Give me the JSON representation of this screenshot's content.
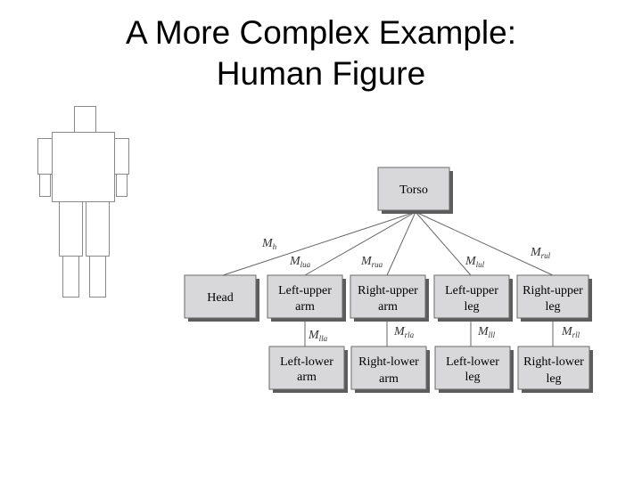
{
  "slide": {
    "title_line1": "A More Complex Example:",
    "title_line2": "Human Figure"
  },
  "figure": {
    "parts": [
      "head",
      "torso",
      "left-upper-arm",
      "left-lower-arm",
      "right-upper-arm",
      "right-lower-arm",
      "left-upper-leg",
      "left-lower-leg",
      "right-upper-leg",
      "right-lower-leg"
    ]
  },
  "tree": {
    "root": "Torso",
    "level1": [
      {
        "line1": "Head",
        "line2": ""
      },
      {
        "line1": "Left-upper",
        "line2": "arm"
      },
      {
        "line1": "Right-upper",
        "line2": "arm"
      },
      {
        "line1": "Left-upper",
        "line2": "leg"
      },
      {
        "line1": "Right-upper",
        "line2": "leg"
      }
    ],
    "level2": [
      {
        "line1": "Left-lower",
        "line2": "arm"
      },
      {
        "line1": "Right-lower",
        "line2": "arm"
      },
      {
        "line1": "Left-lower",
        "line2": "leg"
      },
      {
        "line1": "Right-lower",
        "line2": "leg"
      }
    ],
    "edge_labels_level1": [
      {
        "base": "M",
        "sub": "h"
      },
      {
        "base": "M",
        "sub": "lua"
      },
      {
        "base": "M",
        "sub": "rua"
      },
      {
        "base": "M",
        "sub": "lul"
      },
      {
        "base": "M",
        "sub": "rul"
      }
    ],
    "edge_labels_level2": [
      {
        "base": "M",
        "sub": "lla"
      },
      {
        "base": "M",
        "sub": "rla"
      },
      {
        "base": "M",
        "sub": "lll"
      },
      {
        "base": "M",
        "sub": "rll"
      }
    ]
  }
}
